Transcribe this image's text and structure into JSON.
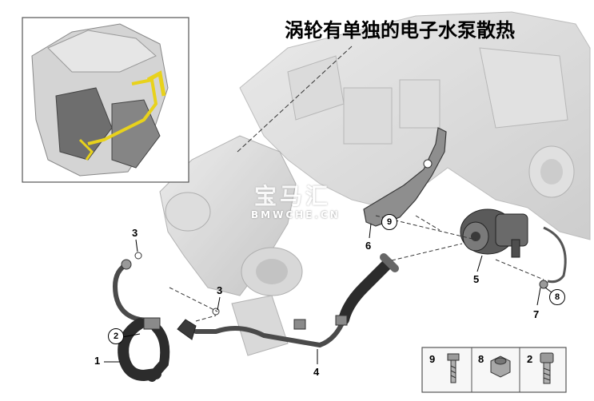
{
  "title": "涡轮有单独的电子水泵散热",
  "watermark": {
    "cn": "宝马汇",
    "en": "BMWCHE.CN"
  },
  "callouts": [
    {
      "id": "c1",
      "text": "1",
      "circled": false
    },
    {
      "id": "c2",
      "text": "2",
      "circled": true
    },
    {
      "id": "c3a",
      "text": "3",
      "circled": false
    },
    {
      "id": "c3b",
      "text": "3",
      "circled": false
    },
    {
      "id": "c4",
      "text": "4",
      "circled": false
    },
    {
      "id": "c5",
      "text": "5",
      "circled": false
    },
    {
      "id": "c6",
      "text": "6",
      "circled": false
    },
    {
      "id": "c7",
      "text": "7",
      "circled": false
    },
    {
      "id": "c8",
      "text": "8",
      "circled": true
    },
    {
      "id": "c9",
      "text": "9",
      "circled": true
    }
  ],
  "legend": [
    {
      "number": "9",
      "part": "bolt-icon"
    },
    {
      "number": "8",
      "part": "nut-icon"
    },
    {
      "number": "2",
      "part": "socket-screw-icon"
    }
  ],
  "colors": {
    "highlight": "#e8d21c",
    "engine": "#c9c9c9",
    "pipe": "#4a4a4a"
  }
}
